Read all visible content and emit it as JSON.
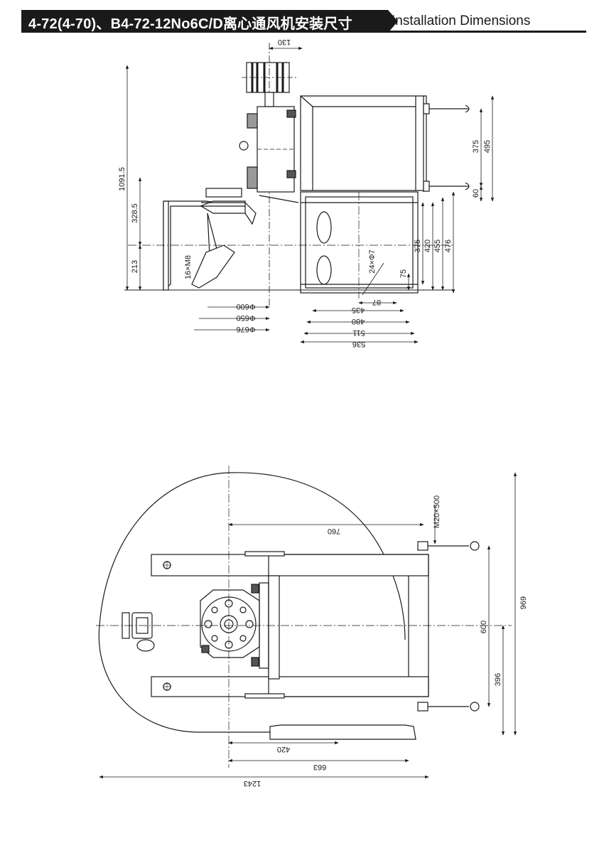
{
  "header": {
    "title_cn": "4-72(4-70)、B4-72-12No6C/D离心通风机安装尺寸",
    "title_en": "Installation Dimensions"
  },
  "side_view": {
    "dims": {
      "d130": "130",
      "d1091_5": "1091.5",
      "d328_5": "328.5",
      "d213": "213",
      "d375_top": "375",
      "d495": "495",
      "d60": "60",
      "d375_r": "375",
      "d420": "420",
      "d455": "455",
      "d476": "476",
      "d75": "75",
      "holes": "24×Φ7",
      "bolts": "16×M8",
      "phi600": "Φ600",
      "phi650": "Φ650",
      "phi676": "Φ676",
      "d87": "87",
      "d435": "435",
      "d480": "480",
      "d511": "511",
      "d536": "536"
    }
  },
  "plan_view": {
    "dims": {
      "d760": "760",
      "m20": "M20×500",
      "d600": "600",
      "d396": "396",
      "d969": "969",
      "d420": "420",
      "d663": "663",
      "d1243": "1243"
    }
  }
}
